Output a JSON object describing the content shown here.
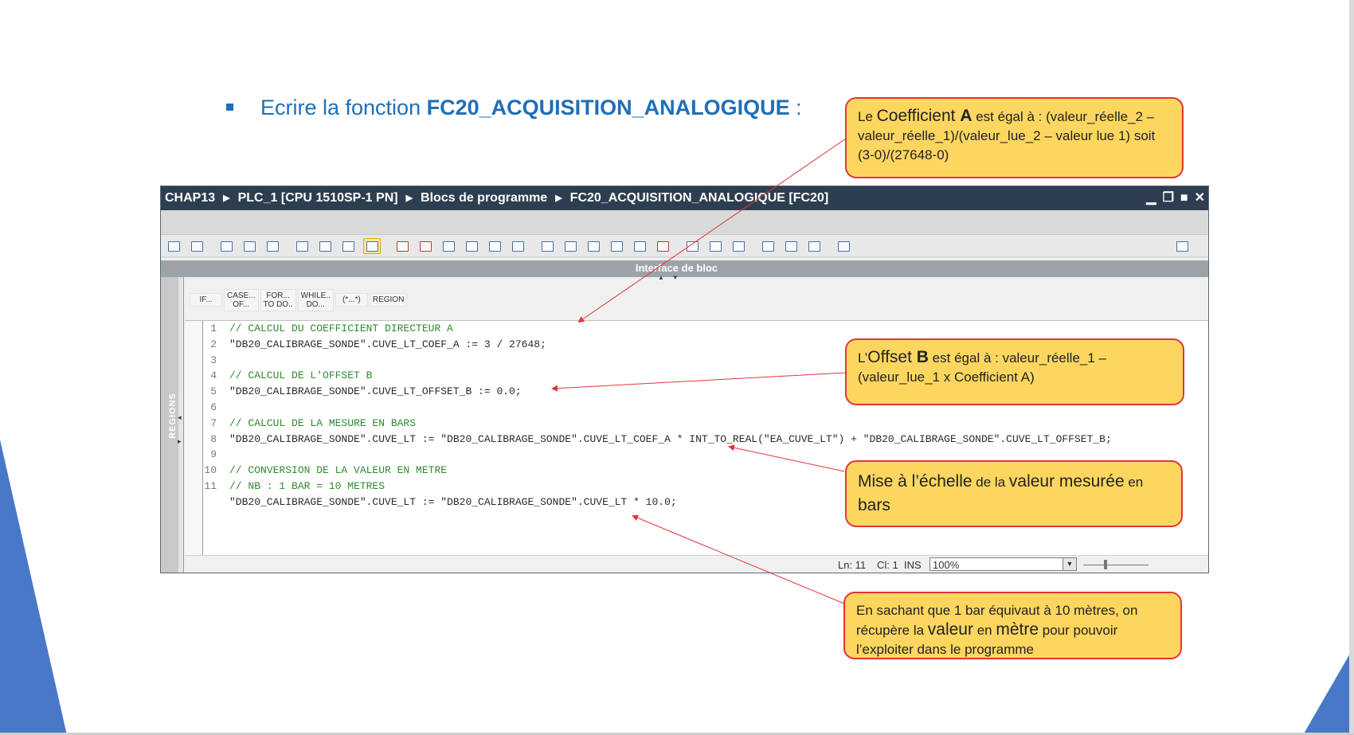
{
  "slide": {
    "heading_prefix": "Ecrire la fonction ",
    "heading_bold": "FC20_ACQUISITION_ANALOGIQUE",
    "heading_suffix": " :"
  },
  "window": {
    "breadcrumbs": [
      "CHAP13",
      "PLC_1 [CPU 1510SP-1 PN]",
      "Blocs de programme",
      "FC20_ACQUISITION_ANALOGIQUE [FC20]"
    ],
    "breadcrumb_separator": "▶",
    "controls": [
      "minimize",
      "restore",
      "maximize",
      "close"
    ],
    "interface_band": "Interface de bloc",
    "regions_label": "REGIONS",
    "snippets": [
      {
        "line1": "IF...",
        "line2": ""
      },
      {
        "line1": "CASE...",
        "line2": "OF..."
      },
      {
        "line1": "FOR...",
        "line2": "TO DO.."
      },
      {
        "line1": "WHILE..",
        "line2": "DO..."
      },
      {
        "line1": "(*...*)",
        "line2": ""
      },
      {
        "line1": "REGION",
        "line2": ""
      }
    ],
    "code_lines": [
      {
        "num": "1",
        "text": "// CALCUL DU COEFFICIENT DIRECTEUR A"
      },
      {
        "num": "2",
        "text": "\"DB20_CALIBRAGE_SONDE\".CUVE_LT_COEF_A := 3 / 27648;"
      },
      {
        "num": "3",
        "text": ""
      },
      {
        "num": "4",
        "text": "// CALCUL DE L'OFFSET B"
      },
      {
        "num": "5",
        "text": "\"DB20_CALIBRAGE_SONDE\".CUVE_LT_OFFSET_B := 0.0;"
      },
      {
        "num": "6",
        "text": ""
      },
      {
        "num": "7",
        "text": "// CALCUL DE LA MESURE EN BARS"
      },
      {
        "num": "8",
        "text": "\"DB20_CALIBRAGE_SONDE\".CUVE_LT := \"DB20_CALIBRAGE_SONDE\".CUVE_LT_COEF_A * INT_TO_REAL(\"EA_CUVE_LT\") + \"DB20_CALIBRAGE_SONDE\".CUVE_LT_OFFSET_B;"
      },
      {
        "num": "9",
        "text": ""
      },
      {
        "num": "10",
        "text": "// CONVERSION DE LA VALEUR EN METRE"
      },
      {
        "num": "11",
        "text": "// NB : 1 BAR = 10 METRES"
      },
      {
        "num": "",
        "text": "\"DB20_CALIBRAGE_SONDE\".CUVE_LT := \"DB20_CALIBRAGE_SONDE\".CUVE_LT * 10.0;"
      }
    ],
    "status": {
      "line": "Ln: 11",
      "col": "Cl: 1",
      "mode": "INS",
      "zoom": "100%",
      "zoom_level_fraction": 0.33
    }
  },
  "callouts": {
    "coef": {
      "t1": "Le ",
      "t2": "Coefficient ",
      "t3": "A",
      "t4": " est égal à : (valeur_réelle_2 – valeur_réelle_1)/(valeur_lue_2 – valeur lue 1) soit (3-0)/(27648-0)"
    },
    "offset": {
      "t1": "L’",
      "t2": "Offset ",
      "t3": "B",
      "t4": " est égal à : valeur_réelle_1 – (valeur_lue_1 x Coefficient A)"
    },
    "scale": {
      "t1": "Mise à l’échelle",
      "t2": " de la ",
      "t3": "valeur mesurée",
      "t4": " en",
      "t5": "bars"
    },
    "meter": {
      "t1": "En sachant que 1 bar équivaut à 10 mètres, on récupère la ",
      "t2": "valeur",
      "t3": " en ",
      "t4": "mètre",
      "t5": " pour pouvoir l’exploiter dans le programme"
    }
  },
  "colors": {
    "heading": "#1f6fb5",
    "callout_fill": "#fdd660",
    "callout_border": "#e2343a",
    "connector": "#e2343a",
    "titlebar": "#2d3e50",
    "comment": "#2f8a2f",
    "deco_blue": "#4a78c8"
  }
}
